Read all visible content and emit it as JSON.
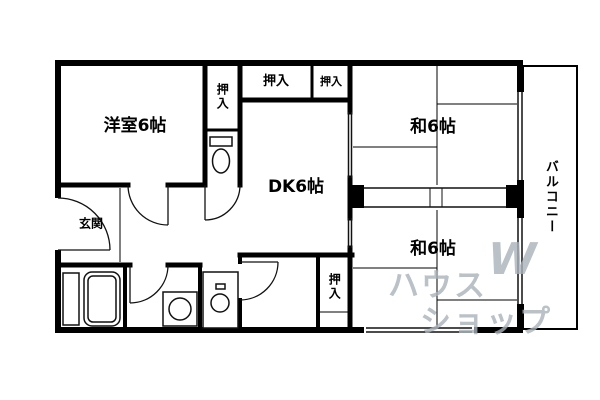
{
  "labels": {
    "yoshitsu": "洋室6帖",
    "oshiire_column": "押入",
    "oshiire_top": "押入",
    "oshiire_top_right": "押入",
    "washitsu_top": "和6帖",
    "dk": "DK6帖",
    "washitsu_bottom": "和6帖",
    "genkan": "玄関",
    "oshiire_bottom": "押入",
    "balcony": "バルコニー"
  },
  "watermark": {
    "logo": "W",
    "line1": "ハウス",
    "line2": "ショップ"
  },
  "colors": {
    "wall": "#000000",
    "thin_line": "#111111",
    "background": "#ffffff",
    "watermark": "#a9b2ba"
  }
}
